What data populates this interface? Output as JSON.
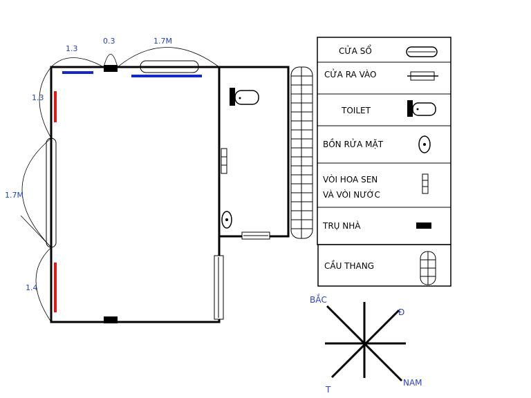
{
  "dimensions": {
    "top_left": "1.3",
    "top_mid": "0.3",
    "top_right": "1.7M",
    "left_top": "1.3",
    "left_mid": "1.7M",
    "left_bottom": "1.4"
  },
  "legend": [
    {
      "id": "window",
      "label": "CỬA SỔ"
    },
    {
      "id": "door",
      "label": "CỬA RA VÀO"
    },
    {
      "id": "toilet",
      "label": "TOILET"
    },
    {
      "id": "sink",
      "label": "BỒN RỬA MẶT"
    },
    {
      "id": "shower",
      "label_line1": "VÒI HOA SEN",
      "label_line2": "VÀ VÒI NƯỚC"
    },
    {
      "id": "pillar",
      "label": "TRỤ NHÀ"
    },
    {
      "id": "stairs",
      "label": "CẦU THANG"
    }
  ],
  "compass": {
    "north": "BẮC",
    "east": "Đ",
    "south": "NAM",
    "west": "T"
  },
  "colors": {
    "ink": "#000000",
    "blue": "#1428c8",
    "red": "#e01818",
    "dimension_text": "#1f3fbf",
    "compass_text": "#2a3fd0"
  }
}
